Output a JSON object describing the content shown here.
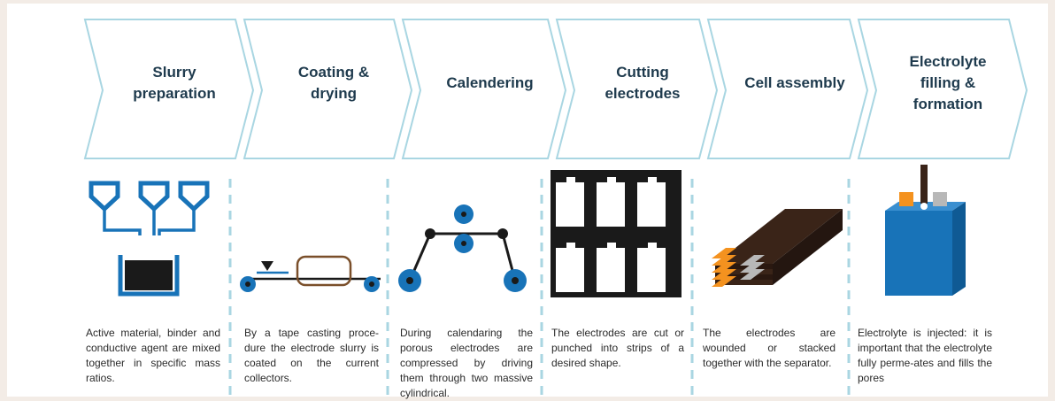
{
  "steps": [
    {
      "title": "Slurry\npreparation",
      "description": "Active material, binder and conductive agent are mixed together in specific mass ratios."
    },
    {
      "title": "Coating &\ndrying",
      "description": "By a tape casting proce-dure the electrode slurry is coated on the current collectors."
    },
    {
      "title": "Calendering",
      "description": "During calendaring the porous electrodes are compressed by driving them through two massive cylindrical."
    },
    {
      "title": "Cutting\nelectrodes",
      "description": "The electrodes are cut or punched into strips of a desired shape."
    },
    {
      "title": "Cell assembly",
      "description": "The electrodes are wounded or stacked together with the separator."
    },
    {
      "title": "Electrolyte\nfilling &\nformation",
      "description": "Electrolyte is injected: it is important that the electrolyte fully perme-ates and fills the pores"
    }
  ],
  "colors": {
    "chevron_stroke": "#a9d6e2",
    "icon_blue": "#1873b8",
    "divider": "#a9d6e2",
    "slurry": "#1a1a1a",
    "coating_frame": "#7a4f2a",
    "electrode_brown": "#3a2418",
    "tab_orange": "#f4921f",
    "tab_grey": "#b8b8b8"
  }
}
